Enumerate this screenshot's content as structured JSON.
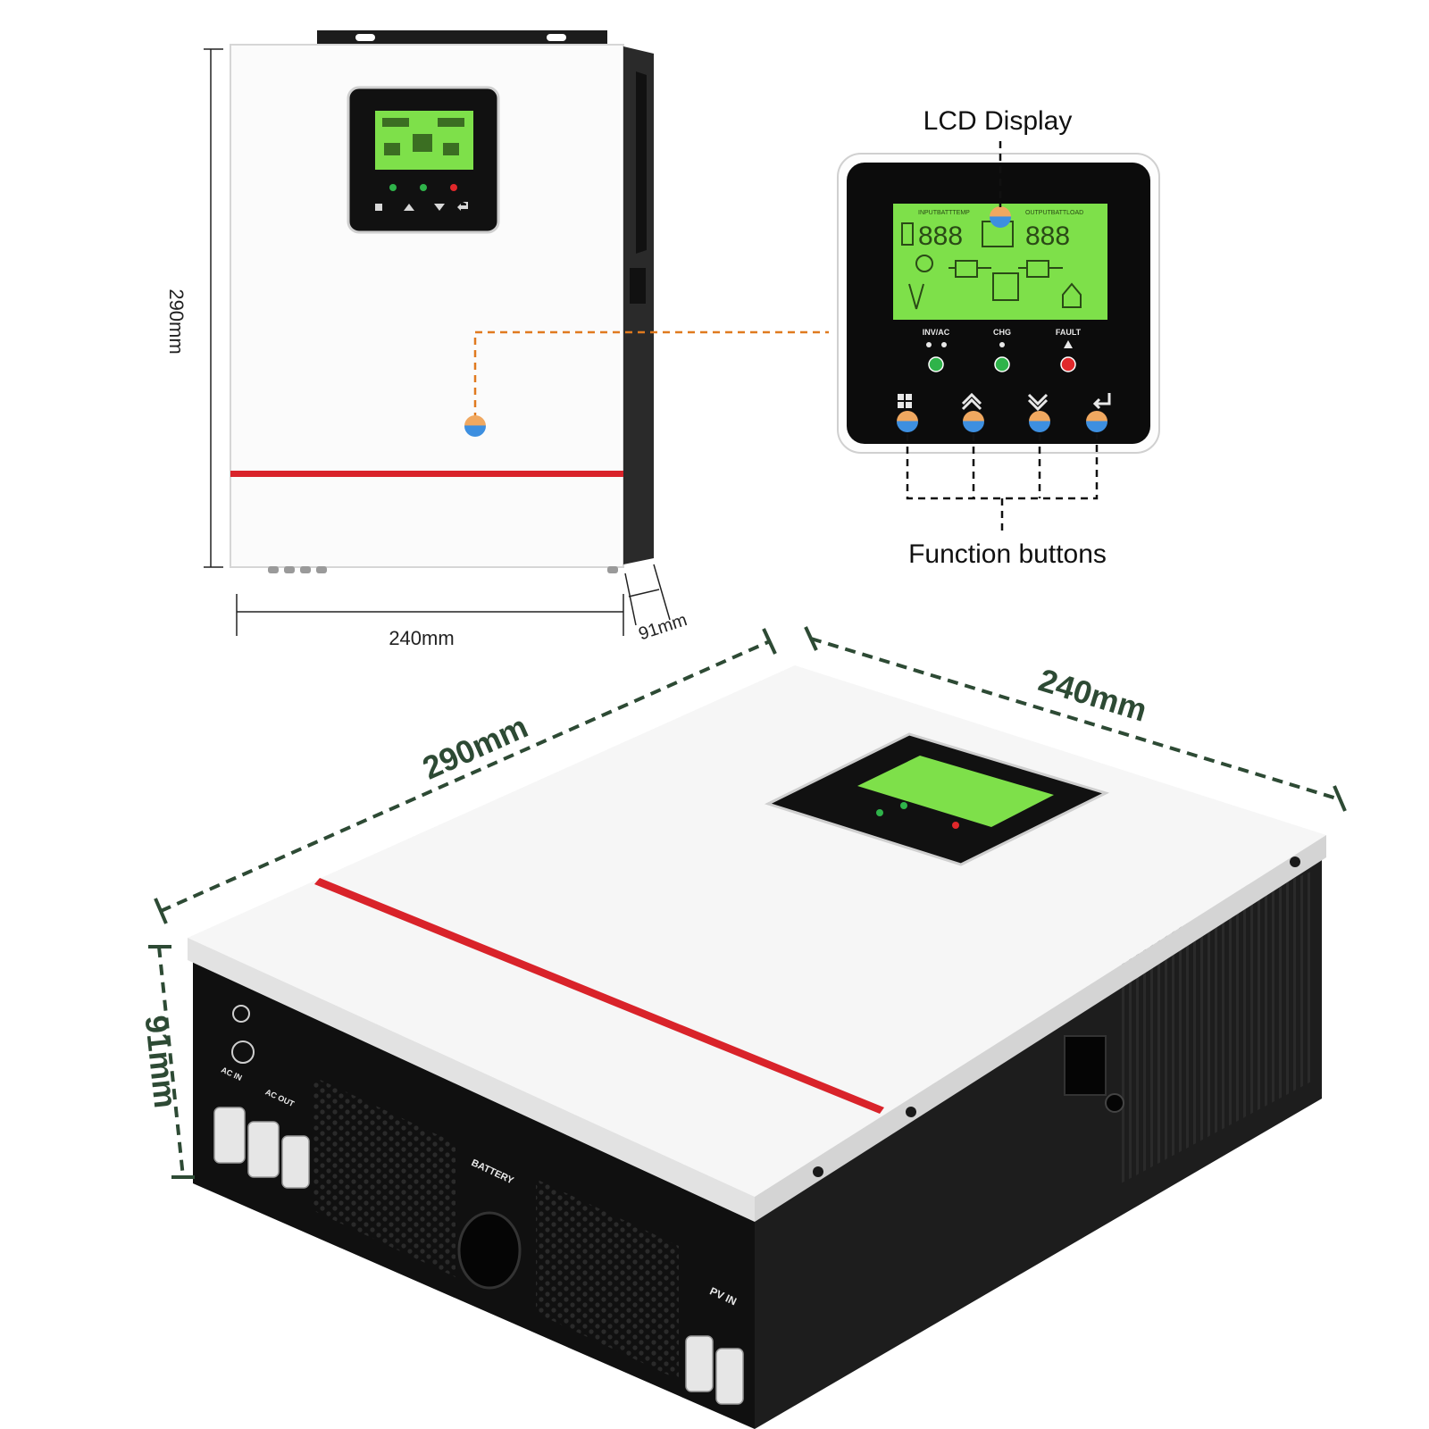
{
  "front_view": {
    "height_label": "290mm",
    "width_label": "240mm",
    "depth_label": "91mm"
  },
  "panel_detail": {
    "lcd_callout": "LCD Display",
    "buttons_callout": "Function buttons",
    "led_labels": [
      "INV/AC",
      "CHG",
      "FAULT"
    ],
    "led_colors": [
      "#2fb34a",
      "#2fb34a",
      "#e0282b"
    ],
    "button_icons": [
      "menu-icon",
      "up-arrow-icon",
      "down-arrow-icon",
      "enter-icon"
    ],
    "lcd_top_left": "INPUTBATTTEMP",
    "lcd_top_right": "OUTPUTBATTLOAD",
    "lcd_digits_left": "888",
    "lcd_digits_right": "888"
  },
  "perspective_view": {
    "length_label": "290mm",
    "width_label": "240mm",
    "height_label": "91mm",
    "battery_label": "BATTERY",
    "pv_label": "PV IN",
    "ac_in_label": "AC IN",
    "ac_out_label": "AC OUT"
  },
  "colors": {
    "accent_red": "#d9232a",
    "lcd_green": "#7ee04a",
    "dim_green": "#2d4a34",
    "callout_orange": "#e07a1f",
    "marker_blue": "#3d8fe0"
  }
}
